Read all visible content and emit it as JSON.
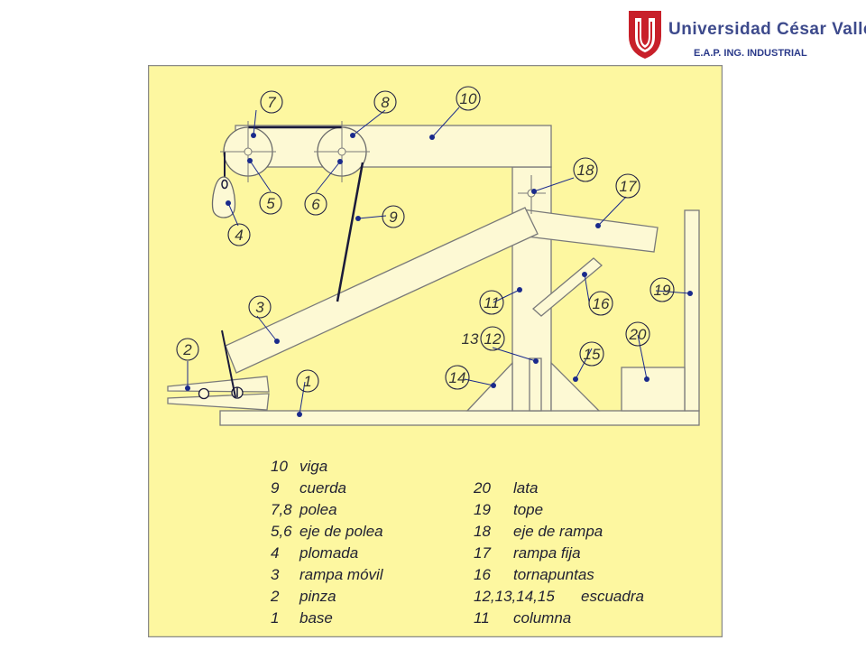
{
  "header": {
    "university_name": "Universidad César Vallejo",
    "school": "E.A.P. ING. INDUSTRIAL"
  },
  "colors": {
    "background": "#fdf7a0",
    "frame": "#8a8a8a",
    "parts_fill": "#fdf9d4",
    "part_outline": "#7a7a7a",
    "string": "#1a1a3a",
    "dot": "#1a2a8c",
    "brand_red": "#c8202a",
    "brand_blue": "#3d4a8c"
  },
  "callouts": {
    "n1": "1",
    "n2": "2",
    "n3": "3",
    "n4": "4",
    "n5": "5",
    "n6": "6",
    "n7": "7",
    "n8": "8",
    "n9": "9",
    "n10": "10",
    "n11": "11",
    "n12": "12",
    "n13": "13",
    "n14": "14",
    "n15": "15",
    "n16": "16",
    "n17": "17",
    "n18": "18",
    "n19": "19",
    "n20": "20"
  },
  "legend": {
    "left": [
      {
        "num": "10",
        "name": "viga"
      },
      {
        "num": "9",
        "name": "cuerda"
      },
      {
        "num": "7,8",
        "name": "polea"
      },
      {
        "num": "5,6",
        "name": "eje de polea"
      },
      {
        "num": "4",
        "name": "plomada"
      },
      {
        "num": "3",
        "name": "rampa móvil"
      },
      {
        "num": "2",
        "name": "pinza"
      },
      {
        "num": "1",
        "name": "base"
      }
    ],
    "right": [
      {
        "num": "20",
        "name": "lata"
      },
      {
        "num": "19",
        "name": "tope"
      },
      {
        "num": "18",
        "name": "eje de rampa"
      },
      {
        "num": "17",
        "name": "rampa fija"
      },
      {
        "num": "16",
        "name": "tornapuntas"
      },
      {
        "num": "12,13,14,15",
        "name": "escuadra"
      },
      {
        "num": "11",
        "name": "columna"
      }
    ]
  }
}
